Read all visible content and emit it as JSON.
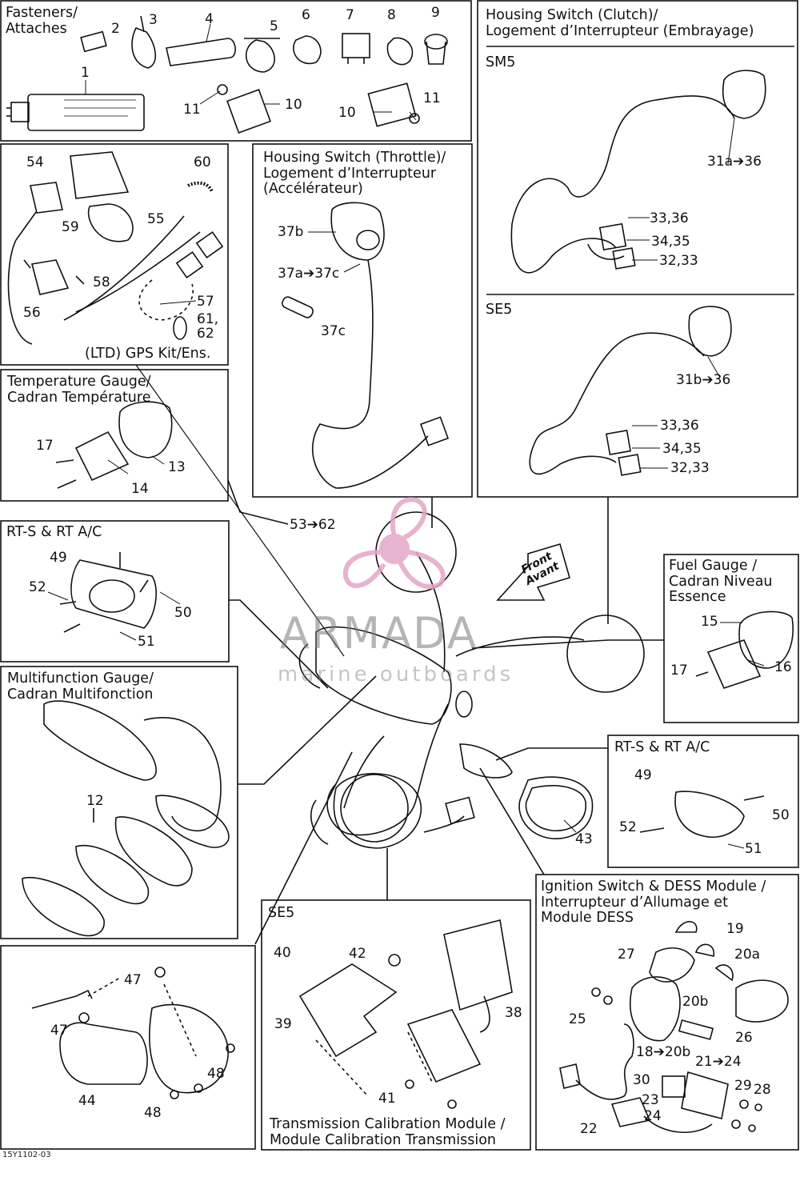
{
  "sections": {
    "fasteners": {
      "title": "Fasteners/\nAttaches"
    },
    "throttle": {
      "title": "Housing Switch (Throttle)/\nLogement d’Interrupteur\n(Accélérateur)"
    },
    "clutch": {
      "title": "Housing Switch (Clutch)/\nLogement d’Interrupteur (Embrayage)",
      "sub1": "SM5",
      "sub2": "SE5"
    },
    "gps": {
      "caption": "(LTD) GPS Kit/Ens."
    },
    "temp": {
      "title": "Temperature Gauge/\nCadran Température"
    },
    "rts_left": {
      "title": "RT-S & RT A/C"
    },
    "multi": {
      "title": "Multifunction Gauge/\nCadran Multifonction"
    },
    "fuel": {
      "title": "Fuel Gauge /\nCadran Niveau\nEssence"
    },
    "rts_right": {
      "title": "RT-S & RT A/C"
    },
    "ignition": {
      "title": "Ignition Switch &  DESS Module /\nInterrupteur d’Allumage et\nModule DESS"
    },
    "tcm": {
      "sub": "SE5",
      "caption": "Transmission Calibration Module /\nModule Calibration Transmission"
    }
  },
  "front_arrow": {
    "line1": "Front",
    "line2": "Avant"
  },
  "watermark": {
    "title": "ARMADA",
    "subtitle": "marine outboards"
  },
  "drawing_ref": "15Y1102-03",
  "callouts": {
    "fasteners": [
      "1",
      "2",
      "3",
      "4",
      "5",
      "6",
      "7",
      "8",
      "9",
      "10",
      "11",
      "10",
      "11"
    ],
    "gps": [
      "54",
      "60",
      "59",
      "55",
      "58",
      "56",
      "57",
      "61,\n62"
    ],
    "throttle": [
      "37b",
      "37a➔37c",
      "37c"
    ],
    "clutch_sm5": [
      "31a➔36",
      "33,36",
      "34,35",
      "32,33"
    ],
    "clutch_se5": [
      "31b➔36",
      "33,36",
      "34,35",
      "32,33"
    ],
    "temp": [
      "17",
      "13",
      "14"
    ],
    "main": [
      "53➔62",
      "43"
    ],
    "rts_left": [
      "49",
      "52",
      "50",
      "51"
    ],
    "multi": [
      "12"
    ],
    "fuel": [
      "15",
      "17",
      "16"
    ],
    "rts_right": [
      "49",
      "50",
      "52",
      "51"
    ],
    "actuator": [
      "47",
      "47",
      "48",
      "44",
      "48"
    ],
    "tcm": [
      "40",
      "42",
      "39",
      "38",
      "41"
    ],
    "ignition": [
      "19",
      "27",
      "20a",
      "25",
      "20b",
      "26",
      "18➔20b",
      "21➔24",
      "30",
      "29",
      "28",
      "23",
      "24",
      "22"
    ]
  },
  "colors": {
    "line": "#111111",
    "watermark_pink": "#e4a6c6",
    "watermark_text": "#8c8c8c"
  }
}
